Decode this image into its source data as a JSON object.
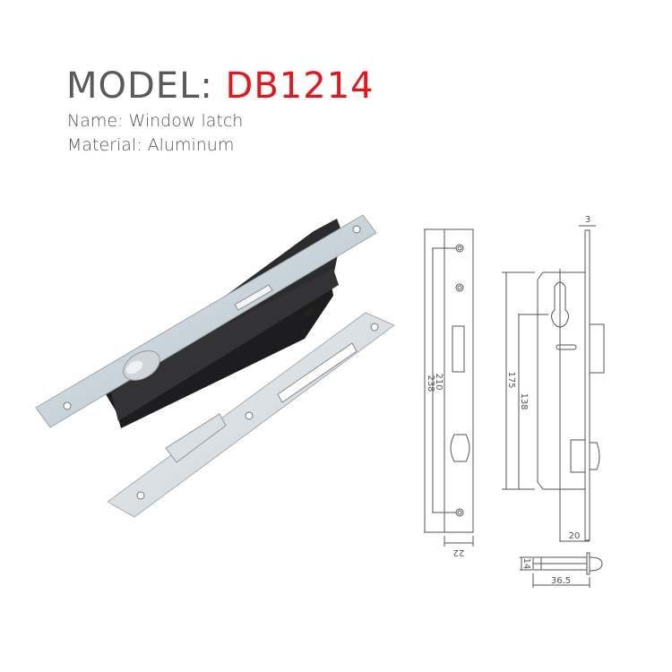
{
  "header": {
    "model_label": "MODEL: ",
    "model_number": "DB1214",
    "name_line": "Name: Window latch",
    "material_line": "Material: Aluminum"
  },
  "colors": {
    "label_gray": "#5a5a5a",
    "model_red": "#e8141b",
    "line": "#555555"
  },
  "drawings": {
    "front_view": {
      "dims": {
        "outer_height": "238",
        "hole_spacing": "210",
        "width": "22"
      }
    },
    "side_view": {
      "dims": {
        "faceplate_thickness": "3",
        "body_height": "175",
        "center_distance": "138",
        "backset": "20"
      }
    },
    "latch_view": {
      "dims": {
        "latch_height": "14",
        "latch_length": "36.5"
      }
    }
  },
  "photo": {
    "description": "Window latch lock body with faceplate and strike plate"
  }
}
